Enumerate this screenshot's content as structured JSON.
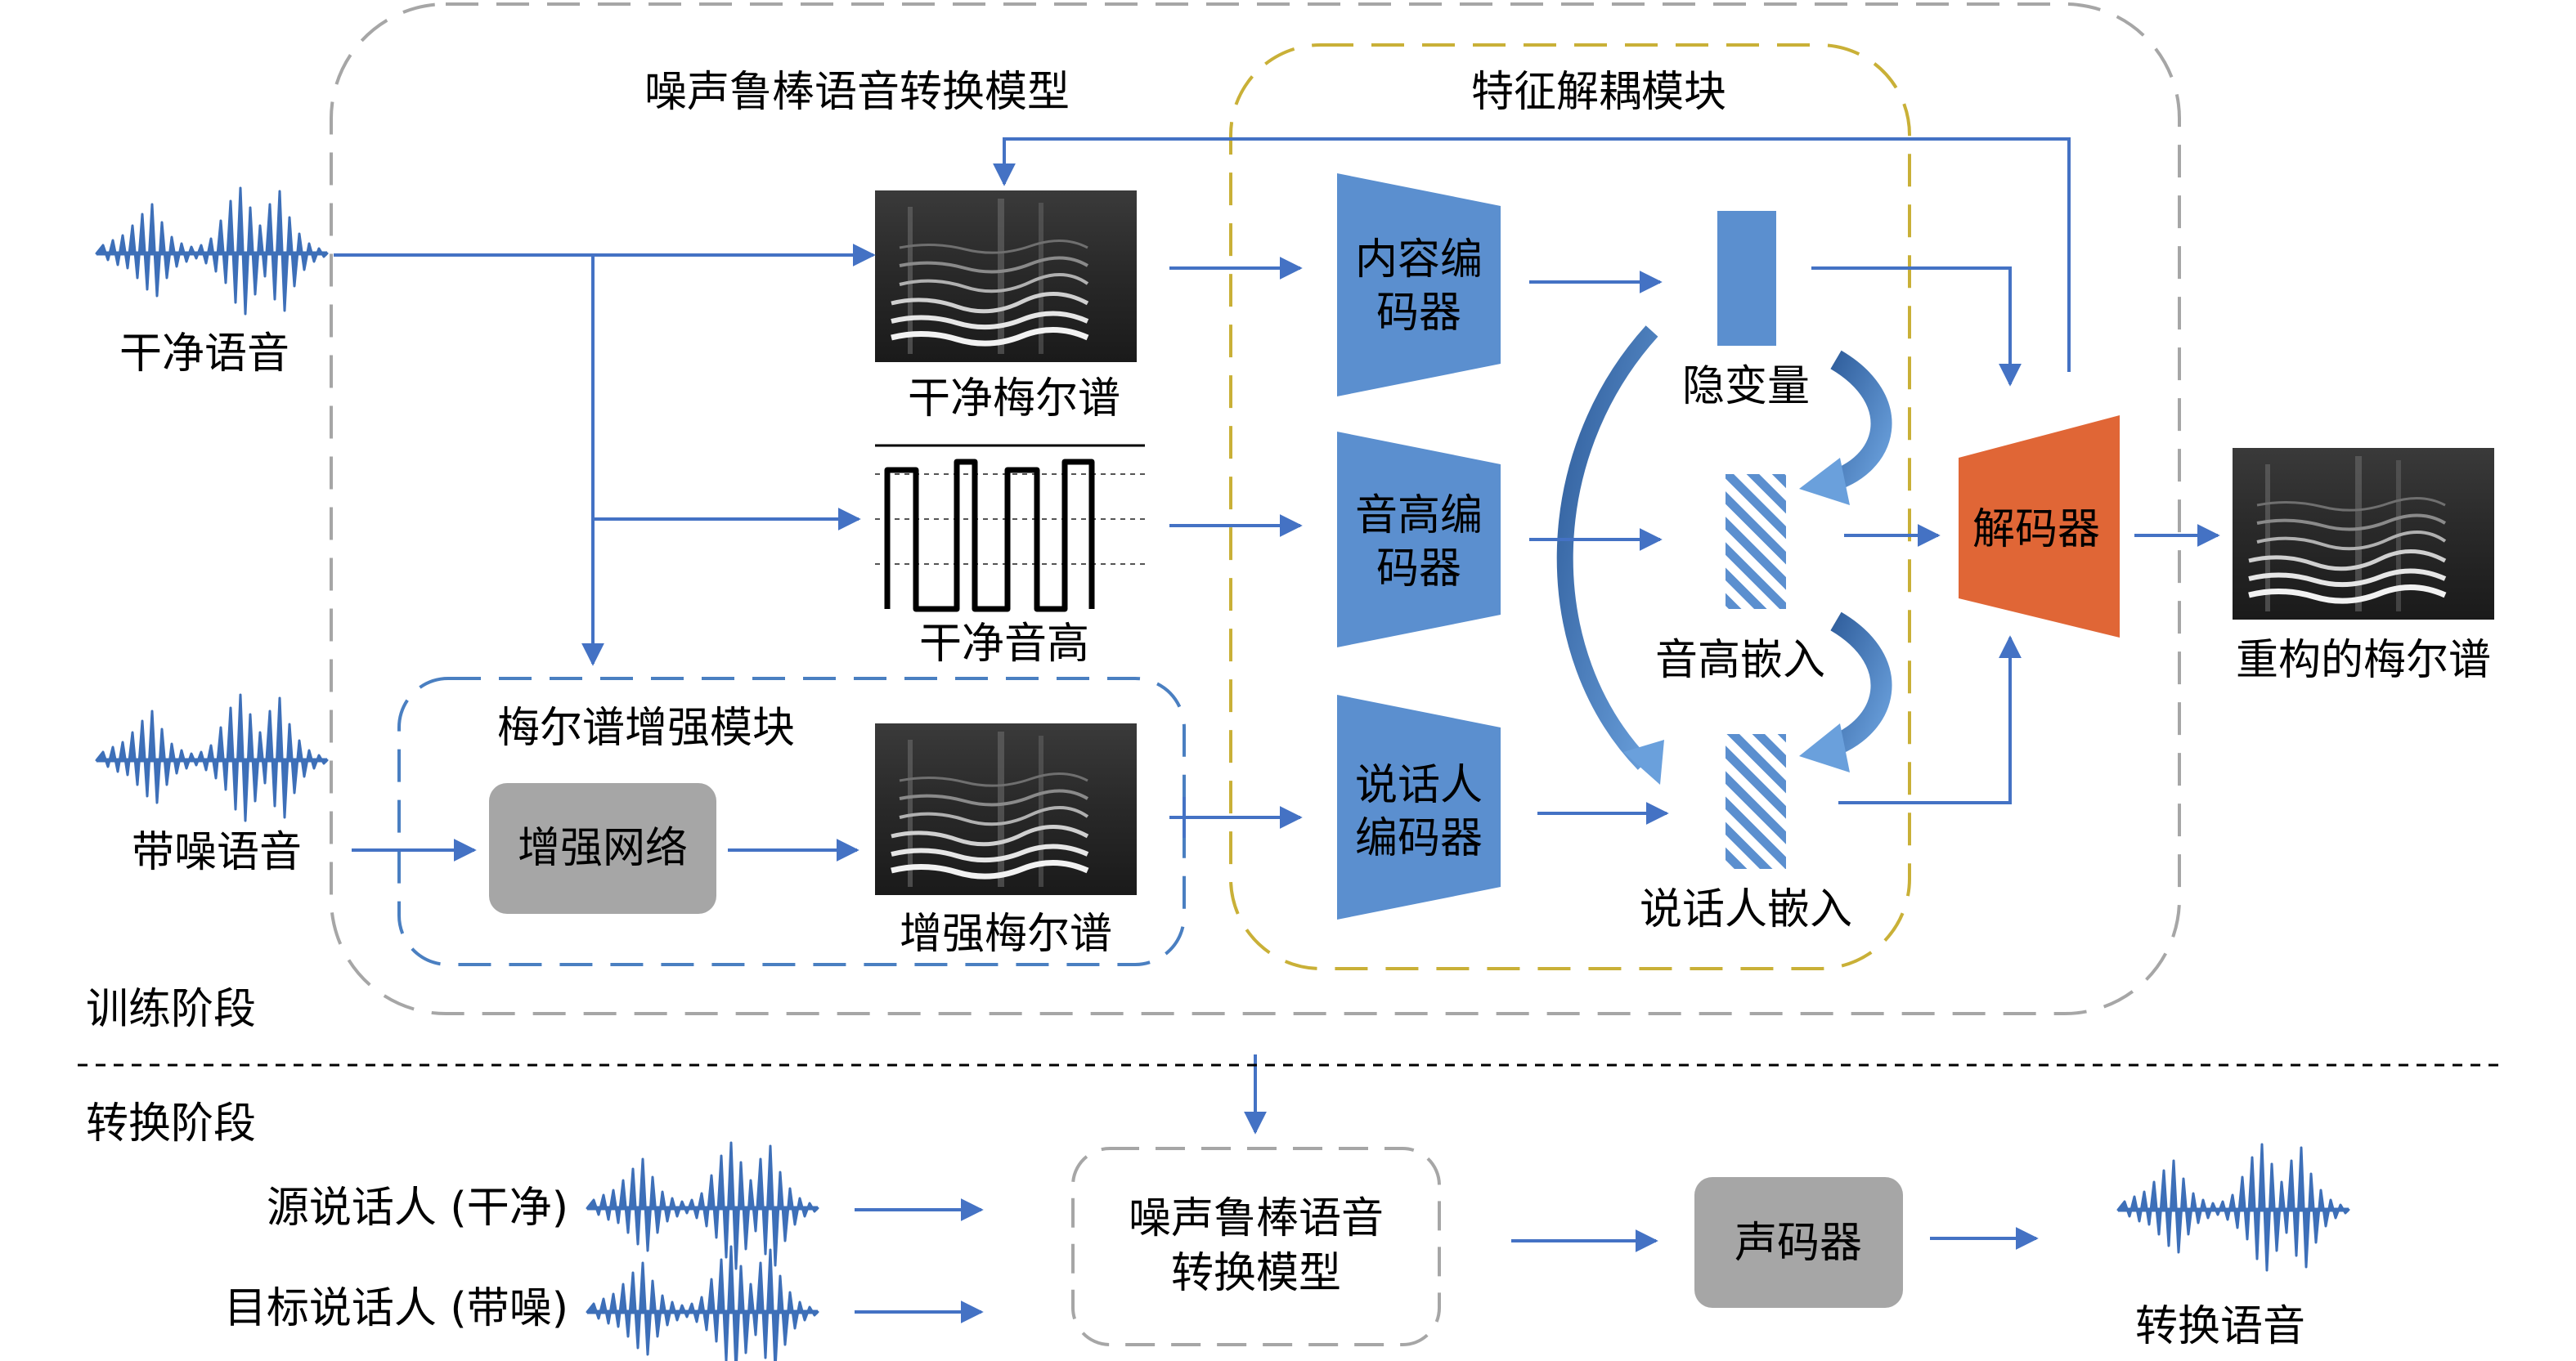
{
  "labels": {
    "model_title": "噪声鲁棒语音转换模型",
    "decouple_title": "特征解耦模块",
    "enhance_title": "梅尔谱增强模块",
    "clean_speech": "干净语音",
    "noisy_speech": "带噪语音",
    "clean_mel": "干净梅尔谱",
    "clean_pitch": "干净音高",
    "enhanced_mel": "增强梅尔谱",
    "enhance_net": "增强网络",
    "content_encoder": [
      "内容编",
      "码器"
    ],
    "pitch_encoder": [
      "音高编",
      "码器"
    ],
    "speaker_encoder": [
      "说话人",
      "编码器"
    ],
    "latent": "隐变量",
    "pitch_embed": "音高嵌入",
    "speaker_embed": "说话人嵌入",
    "decoder": "解码器",
    "recon_mel": "重构的梅尔谱",
    "training_stage": "训练阶段",
    "conversion_stage": "转换阶段",
    "source_speaker": "源说话人 (干净)",
    "target_speaker": "目标说话人 (带噪)",
    "conv_model": [
      "噪声鲁棒语音",
      "转换模型"
    ],
    "vocoder": "声码器",
    "converted_speech": "转换语音"
  },
  "colors": {
    "arrow": "#4472c4",
    "encoder": "#5b8fcf",
    "decoder": "#e06636",
    "gray_box": "#a6a6a6",
    "dash_gray": "#a6a6a6",
    "dash_gold": "#c9b037",
    "dash_blue": "#4a7fc1",
    "wave": "#3d6fb8"
  }
}
